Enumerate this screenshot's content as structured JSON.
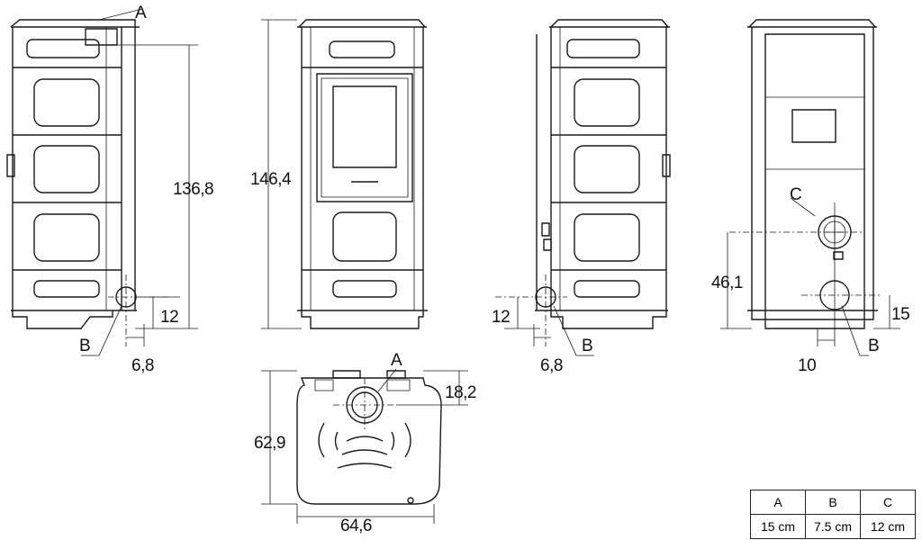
{
  "labels": {
    "front": {
      "a": "A",
      "height": "136,8",
      "offset_right": "12",
      "offset_bottom": "6,8",
      "b": "B"
    },
    "door_view": {
      "height": "146,4"
    },
    "back": {
      "offset_left": "12",
      "offset_bottom": "6,8",
      "b": "B"
    },
    "rear": {
      "c": "C",
      "height_c": "46,1",
      "offset_right": "15",
      "offset_bottom": "10",
      "b": "B"
    },
    "top": {
      "a": "A",
      "depth": "18,2",
      "total_depth": "62,9",
      "width": "64,6"
    }
  },
  "legend": {
    "headers": [
      "A",
      "B",
      "C"
    ],
    "values": [
      "15 cm",
      "7.5 cm",
      "12 cm"
    ]
  }
}
